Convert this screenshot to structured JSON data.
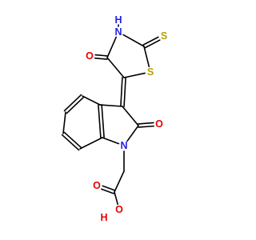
{
  "molecule": {
    "atoms": [
      {
        "id": "N3",
        "label": "N",
        "color": "#1f1fe6"
      },
      {
        "id": "H3",
        "label": "H",
        "color": "#1f1fe6"
      },
      {
        "id": "S2",
        "label": "S",
        "color": "#b8a000"
      },
      {
        "id": "S1",
        "label": "S",
        "color": "#b8a000"
      },
      {
        "id": "O4",
        "label": "O",
        "color": "#e60000"
      },
      {
        "id": "O2i",
        "label": "O",
        "color": "#e60000"
      },
      {
        "id": "N1",
        "label": "N",
        "color": "#1f1fe6"
      },
      {
        "id": "Oc",
        "label": "O",
        "color": "#e60000"
      },
      {
        "id": "Oh",
        "label": "O",
        "color": "#e60000"
      },
      {
        "id": "Hh",
        "label": "H",
        "color": "#e60000"
      }
    ]
  }
}
